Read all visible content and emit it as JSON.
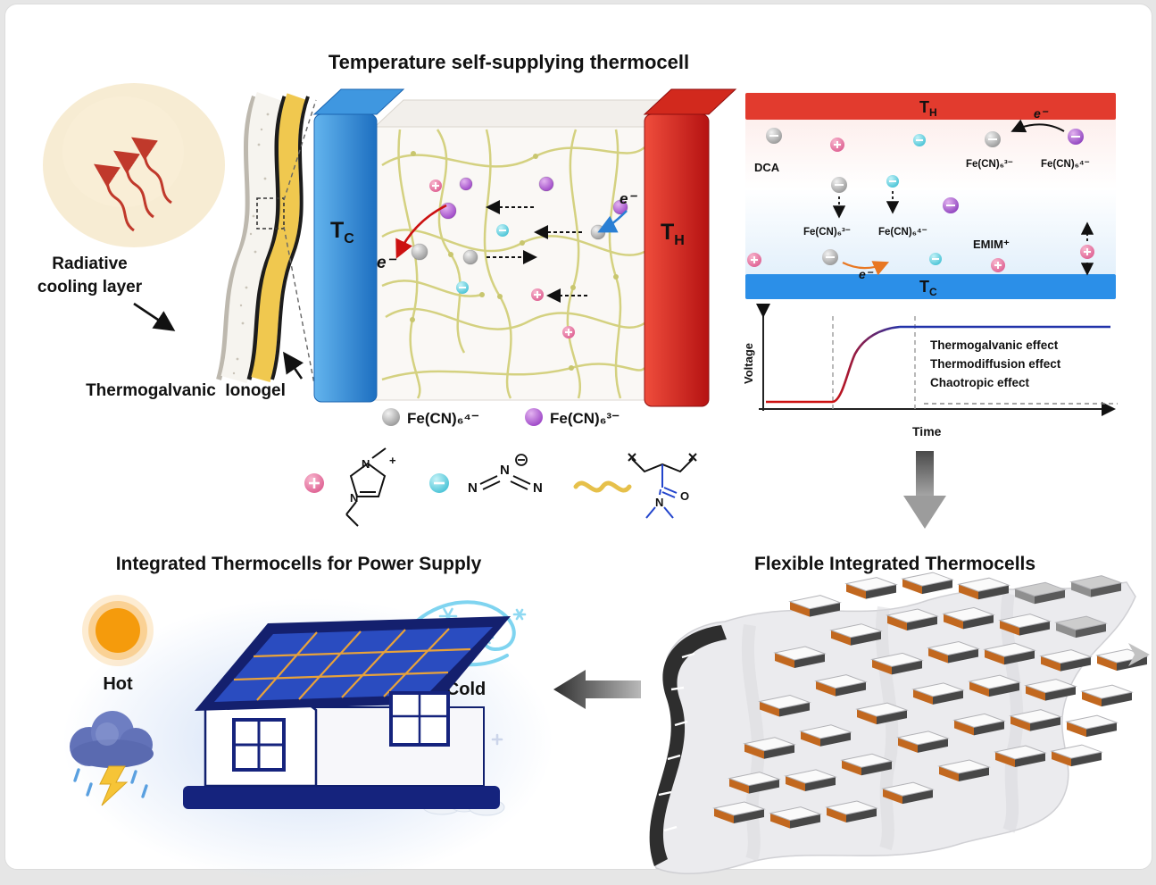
{
  "titles": {
    "main": "Temperature self-supplying thermocell",
    "flexible": "Flexible Integrated Thermocells",
    "power": "Integrated Thermocells for Power Supply"
  },
  "left_panel": {
    "radiative": [
      "Radiative",
      "cooling layer"
    ],
    "ionogel": "Thermogalvanic  Ionogel"
  },
  "thermocell": {
    "tc_main": "T",
    "tc_sub": "C",
    "th_main": "T",
    "th_sub": "H",
    "electron": "e⁻"
  },
  "ion_panel": {
    "th_main": "T",
    "th_sub": "H",
    "tc_main": "T",
    "tc_sub": "C",
    "dca": "DCA",
    "emim": "EMIM⁺",
    "electron": "e⁻",
    "fe3": "Fe(CN)₆³⁻",
    "fe4": "Fe(CN)₆⁴⁻"
  },
  "graph": {
    "ylabel": "Voltage",
    "xlabel": "Time",
    "effects": [
      "Thermogalvanic effect",
      "Thermodiffusion effect",
      "Chaotropic effect"
    ]
  },
  "legend": {
    "fe4": "Fe(CN)₆⁴⁻",
    "fe3": "Fe(CN)₆³⁻",
    "emim_symbol": "+",
    "dca_symbol": "−"
  },
  "scene": {
    "hot": "Hot",
    "cold": "Cold"
  },
  "colors": {
    "hot_red": "#e23b2e",
    "cold_blue": "#2b8fe8",
    "ionogel_yellow": "#f0c84f",
    "purple_ion": "#9b30c0",
    "gray_ion": "#9a9a9a",
    "cyan_ion": "#30c0d6",
    "pink_ion": "#e05585",
    "network_yellow": "#d2cf7a",
    "copper": "#c2681f"
  }
}
